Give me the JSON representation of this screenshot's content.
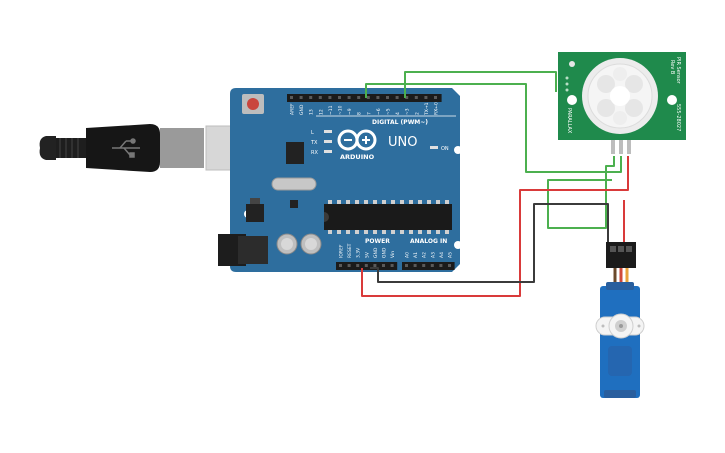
{
  "board": {
    "name": "UNO",
    "brand": "ARDUINO",
    "digital_label": "DIGITAL (PWM~)",
    "digital_pins": [
      "AREF",
      "GND",
      "13",
      "12",
      "~11",
      "~10",
      "~9",
      "8",
      "7",
      "~6",
      "~5",
      "4",
      "~3",
      "2",
      "TX→1",
      "RX←0"
    ],
    "power_label": "POWER",
    "power_pins": [
      "IOREF",
      "RESET",
      "3.3V",
      "5V",
      "GND",
      "GND",
      "Vin"
    ],
    "analog_label": "ANALOG IN",
    "analog_pins": [
      "A0",
      "A1",
      "A2",
      "A3",
      "A4",
      "A5"
    ],
    "led_labels": [
      "L",
      "TX",
      "RX"
    ],
    "on_label": "ON"
  },
  "pir": {
    "title": "PIR Sensor",
    "rev": "Rev B",
    "brand": "PARALLAX",
    "part": "555-28027"
  },
  "colors": {
    "board": "#2e6e9e",
    "pir_pcb": "#1f8a4c",
    "servo": "#1f6fbf",
    "wire_green": "#4cb04f",
    "wire_red": "#d93a3a",
    "wire_black": "#3b3b3b"
  }
}
